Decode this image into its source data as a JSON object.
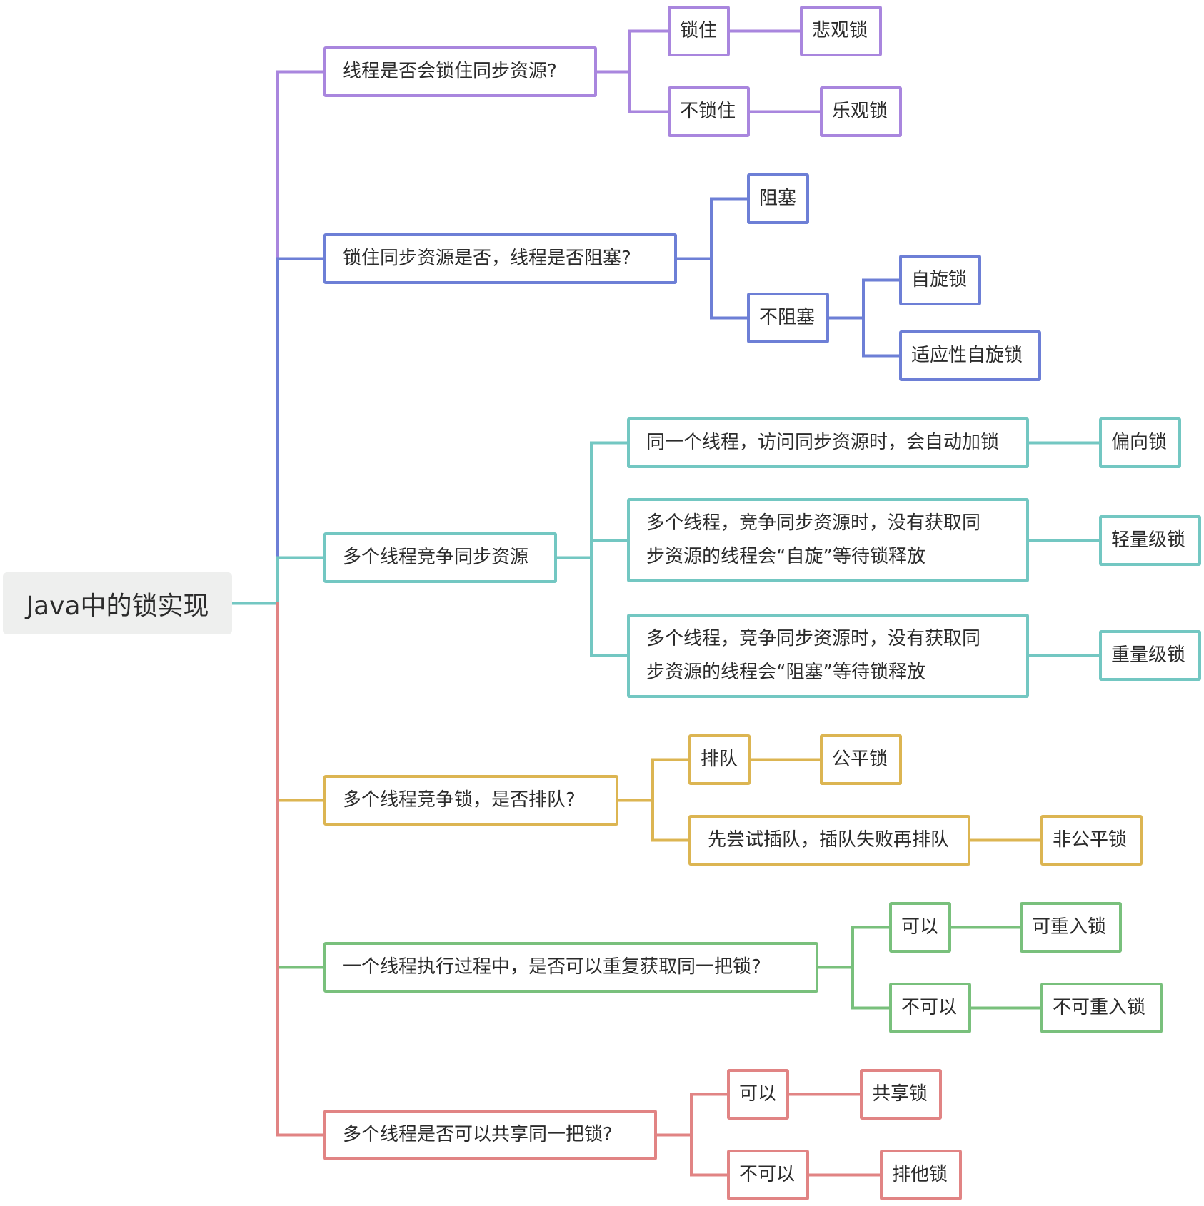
{
  "colors": {
    "purple": "#a986de",
    "blue": "#6d7fd6",
    "teal": "#73c7c2",
    "yellow": "#dcb552",
    "green": "#79c07c",
    "red": "#e18484",
    "root_bg": "#eeefee"
  },
  "root": {
    "label": "Java中的锁实现"
  },
  "branches": [
    {
      "label": "线程是否会锁住同步资源?",
      "color": "purple",
      "children": [
        {
          "label": "锁住",
          "children": [
            {
              "label": "悲观锁"
            }
          ]
        },
        {
          "label": "不锁住",
          "children": [
            {
              "label": "乐观锁"
            }
          ]
        }
      ]
    },
    {
      "label": "锁住同步资源是否，线程是否阻塞?",
      "color": "blue",
      "children": [
        {
          "label": "阻塞"
        },
        {
          "label": "不阻塞",
          "children": [
            {
              "label": "自旋锁"
            },
            {
              "label": "适应性自旋锁"
            }
          ]
        }
      ]
    },
    {
      "label": "多个线程竞争同步资源",
      "color": "teal",
      "children": [
        {
          "label": "同一个线程，访问同步资源时，会自动加锁",
          "children": [
            {
              "label": "偏向锁"
            }
          ]
        },
        {
          "label": "多个线程，竞争同步资源时，没有获取同步资源的线程会“自旋”等待锁释放",
          "lines": [
            "多个线程，竞争同步资源时，没有获取同",
            "步资源的线程会“自旋”等待锁释放"
          ],
          "children": [
            {
              "label": "轻量级锁"
            }
          ]
        },
        {
          "label": "多个线程，竞争同步资源时，没有获取同步资源的线程会“阻塞”等待锁释放",
          "lines": [
            "多个线程，竞争同步资源时，没有获取同",
            "步资源的线程会“阻塞”等待锁释放"
          ],
          "children": [
            {
              "label": "重量级锁"
            }
          ]
        }
      ]
    },
    {
      "label": "多个线程竞争锁，是否排队?",
      "color": "yellow",
      "children": [
        {
          "label": "排队",
          "children": [
            {
              "label": "公平锁"
            }
          ]
        },
        {
          "label": "先尝试插队，插队失败再排队",
          "children": [
            {
              "label": "非公平锁"
            }
          ]
        }
      ]
    },
    {
      "label": "一个线程执行过程中，是否可以重复获取同一把锁?",
      "color": "green",
      "children": [
        {
          "label": "可以",
          "children": [
            {
              "label": "可重入锁"
            }
          ]
        },
        {
          "label": "不可以",
          "children": [
            {
              "label": "不可重入锁"
            }
          ]
        }
      ]
    },
    {
      "label": "多个线程是否可以共享同一把锁?",
      "color": "red",
      "children": [
        {
          "label": "可以",
          "children": [
            {
              "label": "共享锁"
            }
          ]
        },
        {
          "label": "不可以",
          "children": [
            {
              "label": "排他锁"
            }
          ]
        }
      ]
    }
  ]
}
